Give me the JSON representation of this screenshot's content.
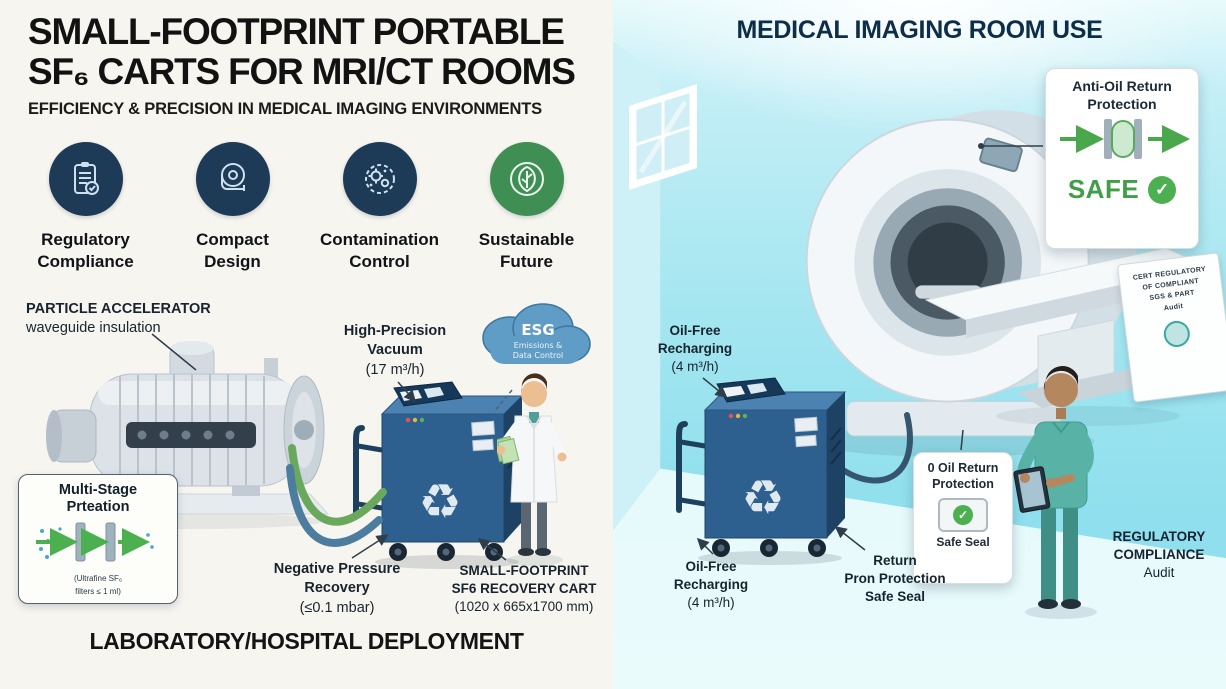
{
  "icons": {
    "recycle": "♻",
    "check": "✓"
  },
  "colors": {
    "navy_icon": "#1d3a57",
    "green_icon": "#3f8f55",
    "cart_blue": "#2d608f",
    "safe_green": "#3f9e47",
    "wall_cyan": "#a4e6f0"
  },
  "left": {
    "title1": "SMALL-FOOTPRINT PORTABLE",
    "title2": "SF₆ CARTS FOR MRI/CT ROOMS",
    "subtitle": "EFFICIENCY & PRECISION IN MEDICAL IMAGING ENVIRONMENTS",
    "features": [
      {
        "l1": "Regulatory",
        "l2": "Compliance"
      },
      {
        "l1": "Compact",
        "l2": "Design"
      },
      {
        "l1": "Contamination",
        "l2": "Control"
      },
      {
        "l1": "Sustainable",
        "l2": "Future"
      }
    ],
    "pa1": "PARTICLE ACCELERATOR",
    "pa2": "waveguide insulation",
    "vac1": "High-Precision",
    "vac2": "Vacuum",
    "vac3": "(17 m³/h)",
    "cloud1": "ESG",
    "cloud2": "Emissions &",
    "cloud3": "Data Control",
    "ms1": "Multi-Stage",
    "ms2": "Prteation",
    "ms3": "(Ultrafine SF₆",
    "ms4": "filters ≤ 1 ml)",
    "np1": "Negative Pressure",
    "np2": "Recovery",
    "np3": "(≤0.1 mbar)",
    "cart1": "SMALL-FOOTPRINT",
    "cart2": "SF6 RECOVERY CART",
    "cart3": "(1020 x 665x1700 mm)",
    "footer": "LABORATORY/HOSPITAL DEPLOYMENT"
  },
  "right": {
    "title": "MEDICAL IMAGING ROOM USE",
    "anti1": "Anti-Oil Return",
    "anti2": "Protection",
    "safe": "SAFE",
    "oft1": "Oil-Free",
    "oft2": "Recharging",
    "oft3": "(4 m³/h)",
    "oorc1": "0 Oil Return",
    "oorc2": "Protection",
    "oorc3": "Safe Seal",
    "ofb1": "Oil-Free",
    "ofb2": "Recharging",
    "ofb3": "(4 m³/h)",
    "rp1": "Return",
    "rp2": "Pron Protection",
    "rp3": "Safe Seal",
    "reg1": "REGULATORY",
    "reg2": "COMPLIANCE",
    "reg3": "Audit",
    "cert": [
      "CERT REGULATORY",
      "OF COMPLIANT",
      "SGS & PART",
      "Audit"
    ]
  }
}
